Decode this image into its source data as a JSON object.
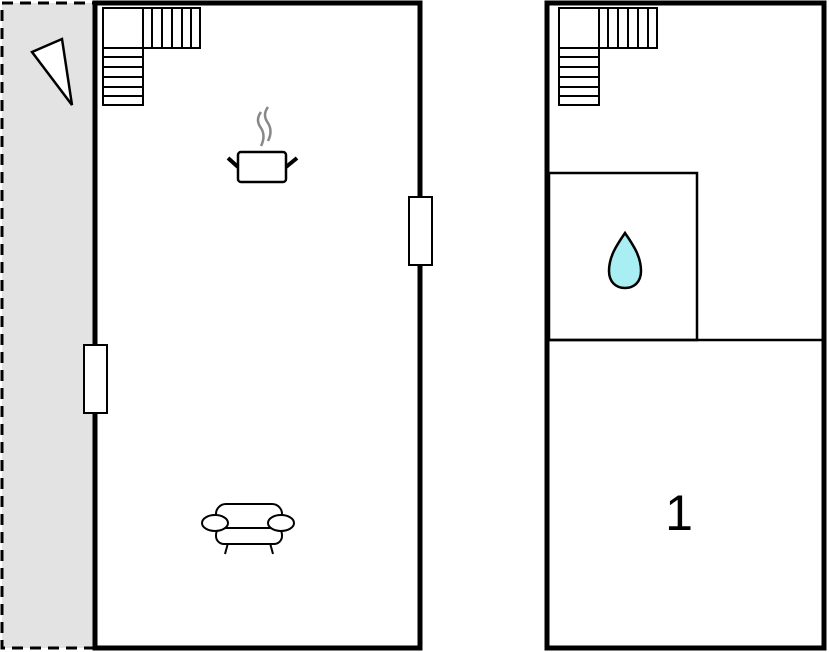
{
  "floor_plan": {
    "floors": [
      {
        "id": "ground-floor",
        "icons": [
          "compass-north-arrow-icon",
          "stairs-icon",
          "kitchen-pot-icon",
          "window-icon",
          "sofa-icon"
        ],
        "outdoor_area_color": "#e3e3e3"
      },
      {
        "id": "upper-floor",
        "icons": [
          "stairs-icon",
          "bathroom-water-drop-icon"
        ],
        "rooms": [
          {
            "label": "1",
            "type": "bedroom"
          }
        ],
        "water_drop_color": "#a8eef2"
      }
    ]
  }
}
